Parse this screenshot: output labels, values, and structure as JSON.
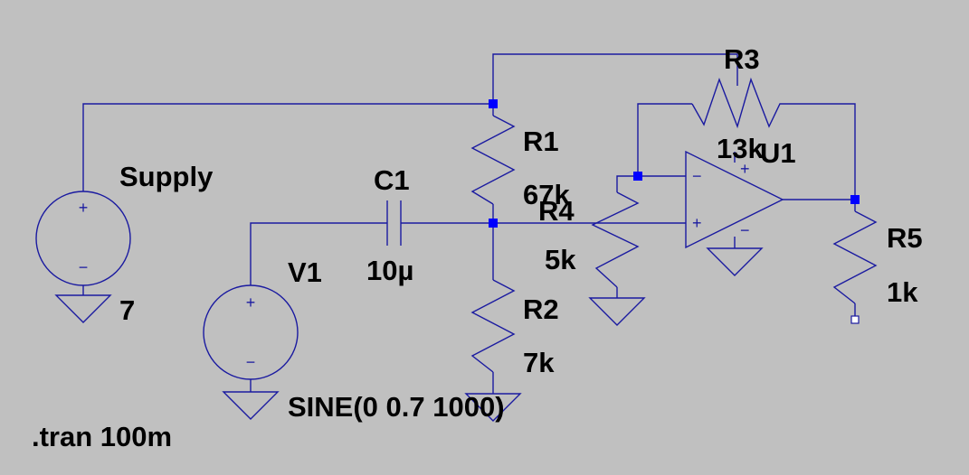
{
  "schematic": {
    "colors": {
      "background": "#c0c0c0",
      "wire": "#1a1aa0",
      "junction": "#0000ff",
      "text": "#000000"
    },
    "components": {
      "supply": {
        "name": "Supply",
        "value": "7"
      },
      "v1": {
        "name": "V1",
        "value": "SINE(0 0.7 1000)"
      },
      "c1": {
        "name": "C1",
        "value": "10µ"
      },
      "r1": {
        "name": "R1",
        "value": "67k"
      },
      "r2": {
        "name": "R2",
        "value": "7k"
      },
      "r3": {
        "name": "R3",
        "value": "13k"
      },
      "r4": {
        "name": "R4",
        "value": "5k"
      },
      "r5": {
        "name": "R5",
        "value": "1k"
      },
      "u1": {
        "name": "U1"
      }
    },
    "directive": ".tran 100m",
    "opamp_pins": {
      "inverting": "−",
      "noninverting": "+",
      "supply_pos": "+",
      "supply_neg": "−"
    },
    "source_pins": {
      "pos": "+",
      "neg": "−"
    }
  }
}
